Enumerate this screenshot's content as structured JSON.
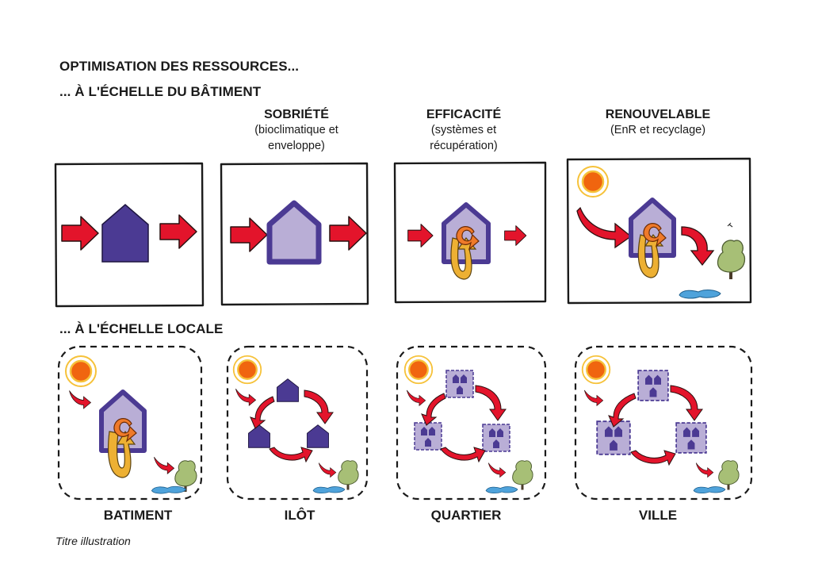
{
  "title_line1": "OPTIMISATION DES RESSOURCES...",
  "title_line2": "... À L'ÉCHELLE DU BÂTIMENT",
  "columns": [
    {
      "title": "SOBRIÉTÉ",
      "subtitle_l1": "(bioclimatique et",
      "subtitle_l2": "enveloppe)"
    },
    {
      "title": "EFFICACITÉ",
      "subtitle_l1": "(systèmes et",
      "subtitle_l2": "récupération)"
    },
    {
      "title": "RENOUVELABLE",
      "subtitle_l1": "(EnR et recyclage)",
      "subtitle_l2": ""
    }
  ],
  "section2_title": "... À L'ÉCHELLE LOCALE",
  "scales": [
    "BATIMENT",
    "ILÔT",
    "QUARTIER",
    "VILLE"
  ],
  "caption": "Titre illustration",
  "colors": {
    "arrow_red": "#e3142b",
    "house_purple": "#4b3a93",
    "house_light": "#b9aed6",
    "loop_orange": "#ef7a2a",
    "loop_yellow": "#edb033",
    "sun_orange": "#f0650f",
    "water_blue": "#4fa3db",
    "tree_green": "#a7bf76"
  }
}
